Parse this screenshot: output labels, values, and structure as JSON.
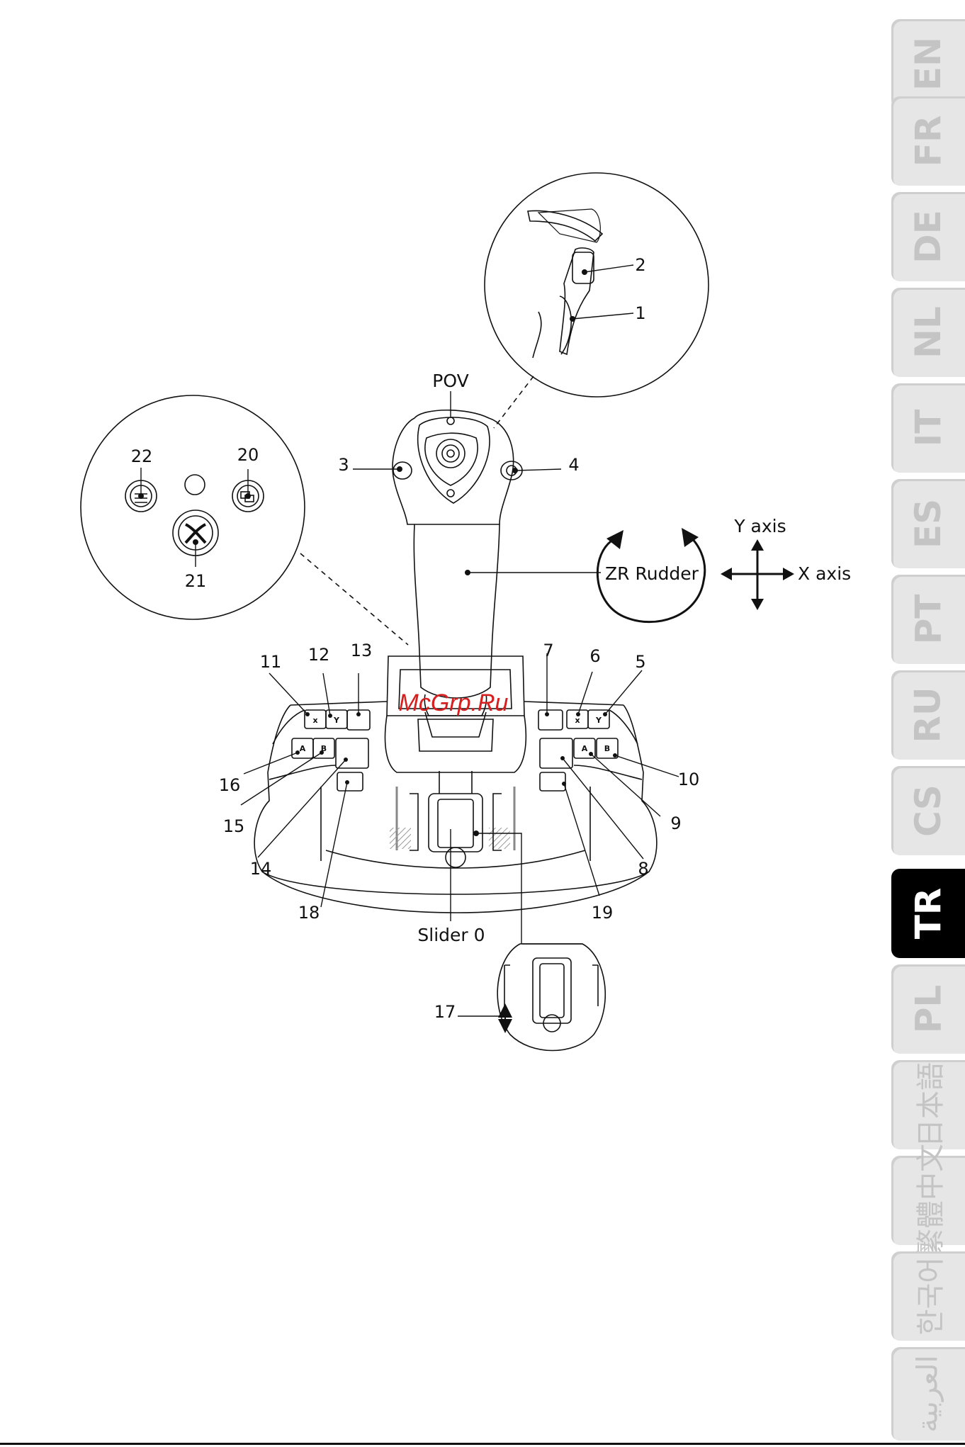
{
  "languages": [
    {
      "code": "EN"
    },
    {
      "code": "FR"
    },
    {
      "code": "DE"
    },
    {
      "code": "NL"
    },
    {
      "code": "IT"
    },
    {
      "code": "ES"
    },
    {
      "code": "PT"
    },
    {
      "code": "RU"
    },
    {
      "code": "CS"
    },
    {
      "code": "TR",
      "active": true
    },
    {
      "code": "PL"
    },
    {
      "code": "日本語"
    },
    {
      "code": "繁體中文"
    },
    {
      "code": "한국어"
    },
    {
      "code": "العربية"
    }
  ],
  "labels": {
    "pov": "POV",
    "zr_rudder": "ZR Rudder",
    "y_axis": "Y axis",
    "x_axis": "X axis",
    "slider": "Slider 0",
    "n1": "1",
    "n2": "2",
    "n3": "3",
    "n4": "4",
    "n5": "5",
    "n6": "6",
    "n7": "7",
    "n8": "8",
    "n9": "9",
    "n10": "10",
    "n11": "11",
    "n12": "12",
    "n13": "13",
    "n14": "14",
    "n15": "15",
    "n16": "16",
    "n17": "17",
    "n18": "18",
    "n19": "19",
    "n20": "20",
    "n21": "21",
    "n22": "22"
  },
  "button_glyphs": {
    "x": "x",
    "y": "Y",
    "a": "A",
    "b": "B"
  },
  "watermark": "McGrp.Ru",
  "colors": {
    "line": "#111111",
    "tab": "#e6e6e6",
    "tab_text": "#c4c4c4",
    "active_tab": "#000000",
    "watermark": "#d62020"
  }
}
